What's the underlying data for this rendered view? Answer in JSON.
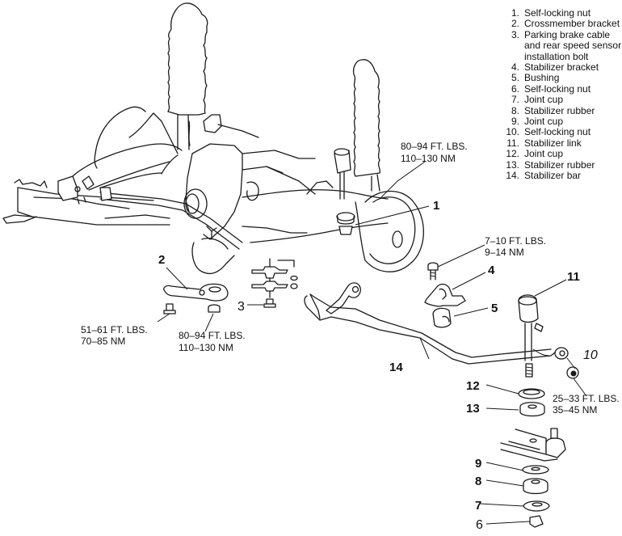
{
  "legend": {
    "items": [
      {
        "num": "1.",
        "label": "Self-locking nut"
      },
      {
        "num": "2.",
        "label": "Crossmember bracket"
      },
      {
        "num": "3.",
        "label": "Parking brake cable and rear speed sensor installation bolt"
      },
      {
        "num": "4.",
        "label": "Stabilizer bracket"
      },
      {
        "num": "5.",
        "label": "Bushing"
      },
      {
        "num": "6.",
        "label": "Self-locking nut"
      },
      {
        "num": "7.",
        "label": "Joint cup"
      },
      {
        "num": "8.",
        "label": "Stabilizer rubber"
      },
      {
        "num": "9.",
        "label": "Joint cup"
      },
      {
        "num": "10.",
        "label": "Self-locking nut"
      },
      {
        "num": "11.",
        "label": "Stabilizer link"
      },
      {
        "num": "12.",
        "label": "Joint cup"
      },
      {
        "num": "13.",
        "label": "Stabilizer rubber"
      },
      {
        "num": "14.",
        "label": "Stabilizer bar"
      }
    ]
  },
  "callouts": {
    "c1": "1",
    "c2": "2",
    "c3": "3",
    "c4": "4",
    "c5": "5",
    "c6": "6",
    "c7": "7",
    "c8": "8",
    "c9": "9",
    "c10": "10",
    "c11": "11",
    "c12": "12",
    "c13": "13",
    "c14": "14"
  },
  "torque_specs": {
    "nut1": {
      "ftlbs": "80–94 FT. LBS.",
      "nm": "110–130 NM"
    },
    "bracket_bolt": {
      "ftlbs": "7–10 FT. LBS.",
      "nm": "9–14 NM"
    },
    "crossmember_bolt": {
      "ftlbs": "51–61 FT. LBS.",
      "nm": "70–85 NM"
    },
    "crossmember_nut": {
      "ftlbs": "80–94 FT. LBS.",
      "nm": "110–130 NM"
    },
    "link_nut": {
      "ftlbs": "25–33 FT. LBS.",
      "nm": "35–45 NM"
    }
  }
}
